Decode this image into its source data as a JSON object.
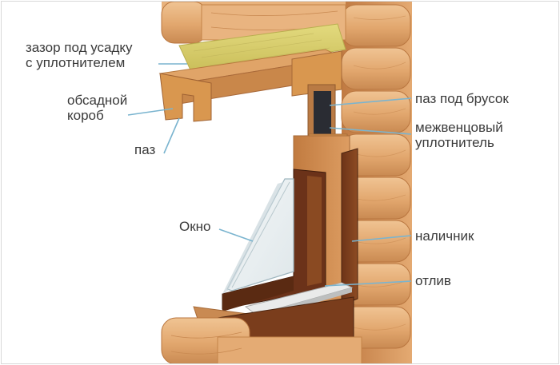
{
  "labels": {
    "shrink_gap": [
      "зазор под усадку",
      "с уплотнителем"
    ],
    "casing_box": [
      "обсадной",
      "короб"
    ],
    "groove": "паз",
    "window": "Окно",
    "bar_groove": "паз под брусок",
    "crown_sealant": [
      "межвенцовый",
      "уплотнитель"
    ],
    "trim": "наличник",
    "sill": "отлив"
  },
  "colors": {
    "wood_light": "#e6b07a",
    "wood_mid": "#d08c50",
    "wood_dark": "#8a4a22",
    "frame_brown": "#5a2a12",
    "insulation": "#d9cf6a",
    "sealant": "#2a2c33",
    "leader_line": "#7ab4cf",
    "text": "#3a3a3a"
  }
}
